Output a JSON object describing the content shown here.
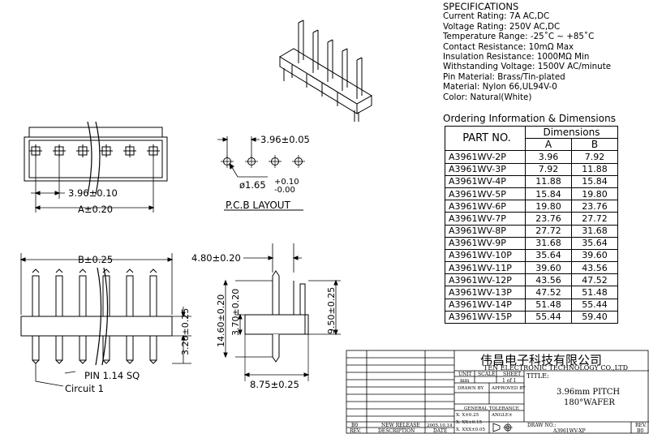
{
  "specs": {
    "heading": "SPECIFICATIONS",
    "lines": [
      "Current Rating: 7A AC,DC",
      "Voltage Rating: 250V AC,DC",
      "Temperature Range: -25˚C ~ +85˚C",
      "Contact Resistance: 10mΩ Max",
      "Insulation Resistance: 1000MΩ Min",
      "Withstanding Voltage: 1500V AC/minute",
      "Pin Material: Brass/Tin-plated",
      "Material: Nylon 66,UL94V-0",
      "Color: Natural(White)"
    ]
  },
  "ordering": {
    "heading": "Ordering Information & Dimensions",
    "col_part": "PART NO.",
    "col_dims": "Dimensions",
    "col_a": "A",
    "col_b": "B",
    "rows": [
      [
        "A3961WV-2P",
        "3.96",
        "7.92"
      ],
      [
        "A3961WV-3P",
        "7.92",
        "11.88"
      ],
      [
        "A3961WV-4P",
        "11.88",
        "15.84"
      ],
      [
        "A3961WV-5P",
        "15.84",
        "19.80"
      ],
      [
        "A3961WV-6P",
        "19.80",
        "23.76"
      ],
      [
        "A3961WV-7P",
        "23.76",
        "27.72"
      ],
      [
        "A3961WV-8P",
        "27.72",
        "31.68"
      ],
      [
        "A3961WV-9P",
        "31.68",
        "35.64"
      ],
      [
        "A3961WV-10P",
        "35.64",
        "39.60"
      ],
      [
        "A3961WV-11P",
        "39.60",
        "43.56"
      ],
      [
        "A3961WV-12P",
        "43.56",
        "47.52"
      ],
      [
        "A3961WV-13P",
        "47.52",
        "51.48"
      ],
      [
        "A3961WV-14P",
        "51.48",
        "55.44"
      ],
      [
        "A3961WV-15P",
        "55.44",
        "59.40"
      ]
    ]
  },
  "dimensions": {
    "pitch_top": "3.96±0.10",
    "a_dim": "A±0.20",
    "pcb_pitch": "3.96±0.05",
    "hole_dia": "ø1.65",
    "hole_tol_plus": "+0.10",
    "hole_tol_minus": "-0.00",
    "pcb_layout": "P.C.B LAYOUT",
    "b_dim": "B±0.25",
    "pin_size": "PIN 1.14 SQ",
    "circuit": "Circuit 1",
    "v_325": "3.20±0.25",
    "side_width": "4.80±0.20",
    "h_1460": "14.60±0.20",
    "h_370": "3.70±0.20",
    "h_950": "9.50±0.25",
    "w_875": "8.75±0.25"
  },
  "title_block": {
    "company_cn": "伟昌电子科技有限公司",
    "company_en": "TEN ELECTRONIC TECHNOLOGY CO.,LTD",
    "unit_label": "UNIT",
    "unit_value": "mm",
    "scale_label": "SCALE",
    "sheet_label": "SHEET",
    "sheet_value": "1 of 1",
    "title_label": "TITLE:",
    "title_line1": "3.96mm PITCH",
    "title_line2": "180°WAFER",
    "drawn_by": "DRAWN BY",
    "approved_by": "APPROVED BY",
    "general_tolerance": "GENERAL TOLERANCE",
    "tol_x": "X. X±0.25",
    "tol_xx": "X. XX±0.15",
    "tol_xxx": "X. XXX±0.05",
    "angle": "ANGLE±",
    "rev_code": "B0",
    "new_release": "NEW RELEASE",
    "release_date": "2005.10.14",
    "rev_header": "REV.",
    "description_header": "DESCRIPTION",
    "date_header": "DATE",
    "draw_no_label": "DRAW NO.:",
    "draw_no_value": "A3961WV-XP",
    "rev_label": "REV.",
    "rev_value": "B0"
  }
}
